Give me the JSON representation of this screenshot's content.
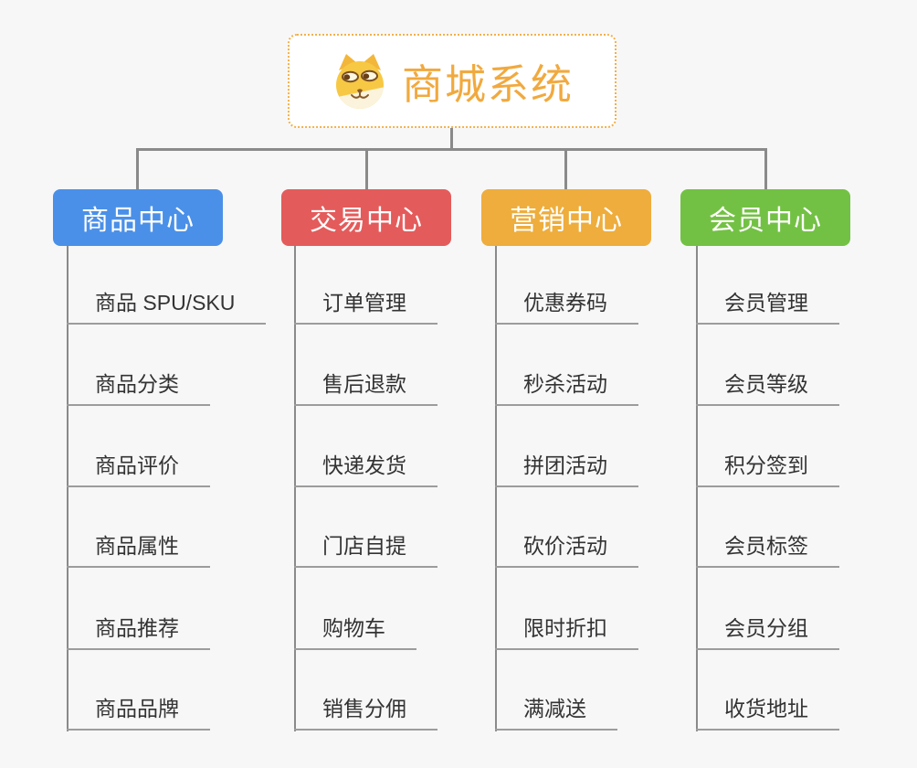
{
  "root": {
    "title": "商城系统",
    "title_color": "#F1A93E",
    "border_color": "#F3B04A",
    "icon": "doge-icon"
  },
  "style": {
    "background": "#F7F7F8",
    "line_color": "#8A8A8A",
    "underline_color": "#9C9C9C",
    "leaf_text_color": "#333333"
  },
  "columns": [
    {
      "title": "商品中心",
      "color": "#4A90E8",
      "items": [
        "商品 SPU/SKU",
        "商品分类",
        "商品评价",
        "商品属性",
        "商品推荐",
        "商品品牌"
      ]
    },
    {
      "title": "交易中心",
      "color": "#E45B5B",
      "items": [
        "订单管理",
        "售后退款",
        "快递发货",
        "门店自提",
        "购物车",
        "销售分佣"
      ]
    },
    {
      "title": "营销中心",
      "color": "#EEAD3C",
      "items": [
        "优惠券码",
        "秒杀活动",
        "拼团活动",
        "砍价活动",
        "限时折扣",
        "满减送"
      ]
    },
    {
      "title": "会员中心",
      "color": "#73C144",
      "items": [
        "会员管理",
        "会员等级",
        "积分签到",
        "会员标签",
        "会员分组",
        "收货地址"
      ]
    }
  ]
}
